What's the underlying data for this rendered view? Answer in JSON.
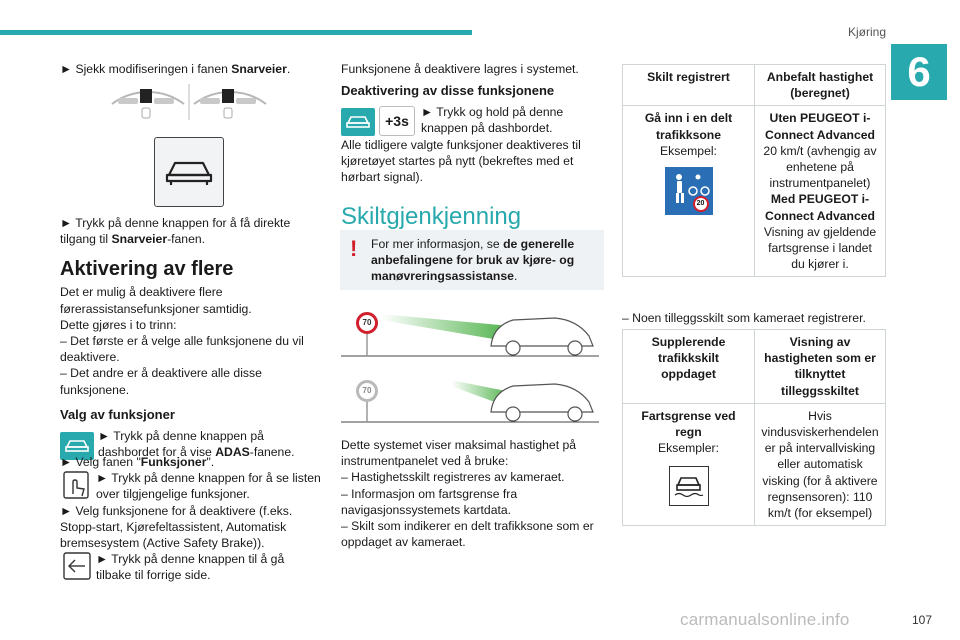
{
  "header": {
    "title": "Kjøring",
    "chapter": "6",
    "page_number": "107"
  },
  "watermark": "carmanualsonline.info",
  "colors": {
    "accent": "#27a9ad",
    "warning": "#d11f2c"
  },
  "col1": {
    "check_pre": "► Sjekk modifiseringen i fanen ",
    "check_bold": "Snarveier",
    "check_post": ".",
    "press_pre": "► Trykk på denne knappen for å få direkte tilgang til ",
    "press_bold": "Snarveier",
    "press_post": "-fanen.",
    "heading": "Aktivering av flere",
    "intro1": "Det er mulig å deaktivere flere førerassistansefunksjoner samtidig.",
    "intro2": "Dette gjøres i to trinn:",
    "intro3": "– Det første er å velge alle funksjonene du vil deaktivere.",
    "intro4": "– Det andre er å deaktivere alle disse funksjonene.",
    "subheading": "Valg av funksjoner",
    "step1_pre": "► Trykk på denne knappen på dashbordet for å vise ",
    "step1_bold": "ADAS",
    "step1_post": "-fanene.",
    "step2_pre": "► Velg fanen \"",
    "step2_bold": "Funksjoner",
    "step2_post": "\".",
    "step3": "► Trykk på denne knappen for å se listen over tilgjengelige funksjoner.",
    "step4": "► Velg funksjonene for å deaktivere (f.eks. Stopp-start, Kjørefeltassistent, Automatisk bremsesystem (Active Safety Brake)).",
    "step5": "► Trykk på denne knappen til å gå tilbake til forrige side."
  },
  "col2": {
    "saved": "Funksjonene å deaktivere lagres i systemet.",
    "deact_heading": "Deaktivering av disse funksjonene",
    "badge": "+3s",
    "hold": "► Trykk og hold på denne knappen på dashbordet.",
    "prev": "Alle tidligere valgte funksjoner deaktiveres til kjøretøyet startes på nytt (bekreftes med et hørbart signal).",
    "section": "Skiltgjenkjenning",
    "warn_pre": "For mer informasjon, se ",
    "warn_bold": "de generelle anbefalingene for bruk av kjøre- og manøvreringsassistanse",
    "warn_post": ".",
    "sign_value": "70",
    "desc": "Dette systemet viser maksimal hastighet på instrumentpanelet ved å bruke:",
    "b1": "– Hastighetsskilt registreres av kameraet.",
    "b2": "– Informasjon om fartsgrense fra navigasjonssystemets kartdata.",
    "b3": "– Skilt som indikerer en delt trafikksone som er oppdaget av kameraet."
  },
  "table1": {
    "h1": "Skilt registrert",
    "h2": "Anbefalt hastighet (beregnet)",
    "r1c1_bold": "Gå inn i en delt trafikksone",
    "r1c1_plain": "Eksempel:",
    "zone_sign": "20",
    "r1c2_a": "Uten PEUGEOT i-Connect Advanced",
    "r1c2_b": "20 km/t (avhengig av enhetene på instrumentpanelet)",
    "r1c2_c": "Med PEUGEOT i-Connect Advanced",
    "r1c2_d": "Visning av gjeldende fartsgrense i landet du kjører i."
  },
  "note": "– Noen tilleggsskilt som kameraet registrerer.",
  "table2": {
    "h1": "Supplerende trafikkskilt oppdaget",
    "h2": "Visning av hastigheten som er tilknyttet tilleggsskiltet",
    "r1c1_bold": "Fartsgrense ved regn",
    "r1c1_plain": "Eksempler:",
    "r1c2": "Hvis vindusviskerhendelen er på intervallvisking eller automatisk visking (for å aktivere regnsensoren): 110 km/t (for eksempel)"
  }
}
